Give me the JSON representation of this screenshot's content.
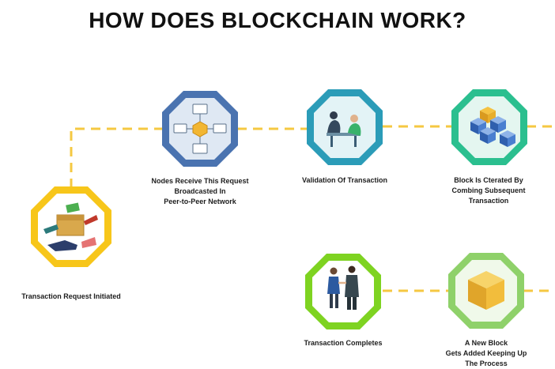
{
  "title": "HOW DOES BLOCKCHAIN WORK?",
  "colors": {
    "connector": "#f5c842",
    "yellow": "#f7c61a",
    "blue": "#4a73b0",
    "teal": "#2b9cb8",
    "green_teal": "#2bbf8f",
    "lime": "#7ed321",
    "light_green": "#8fd16a"
  },
  "steps": [
    {
      "id": "request",
      "label": "Transaction Request Initiated",
      "icon": "hands-money-icon"
    },
    {
      "id": "nodes",
      "label": "Nodes Receive This Request\nBroadcasted In\nPeer-to-Peer Network",
      "icon": "network-nodes-icon"
    },
    {
      "id": "validation",
      "label": "Validation Of Transaction",
      "icon": "meeting-icon"
    },
    {
      "id": "block-created",
      "label": "Block Is Cterated By\nCombing Subsequent\nTransaction",
      "icon": "cube-cluster-icon"
    },
    {
      "id": "new-block",
      "label": "A New Block\nGets Added Keeping Up\nThe Process",
      "icon": "single-cube-icon"
    },
    {
      "id": "completes",
      "label": "Transaction Completes",
      "icon": "handshake-icon"
    }
  ]
}
